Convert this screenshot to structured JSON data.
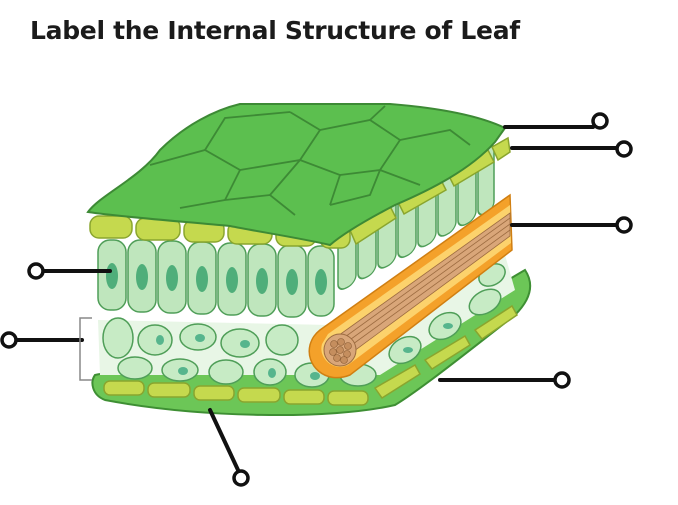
{
  "title": "Label the Internal Structure of Leaf",
  "colors": {
    "upper_surface": "#5cbf4f",
    "surface_lines": "#3d8a35",
    "epidermis": "#c5d94e",
    "palisade": "#bfe6bd",
    "palisade_nucleus": "#4fae7a",
    "spongy": "#c7ebc5",
    "lower_layer": "#6cc657",
    "vein_outer": "#f4a12a",
    "vein_inner": "#fcd26c",
    "xylem": "#d9a679",
    "leader": "#111111"
  },
  "labels": [
    {
      "id": "upper-cuticle",
      "text": ""
    },
    {
      "id": "upper-epidermis",
      "text": ""
    },
    {
      "id": "vascular-bundle",
      "text": ""
    },
    {
      "id": "palisade-mesophyll",
      "text": ""
    },
    {
      "id": "spongy-mesophyll",
      "text": ""
    },
    {
      "id": "lower-epidermis",
      "text": ""
    },
    {
      "id": "stoma",
      "text": ""
    }
  ]
}
